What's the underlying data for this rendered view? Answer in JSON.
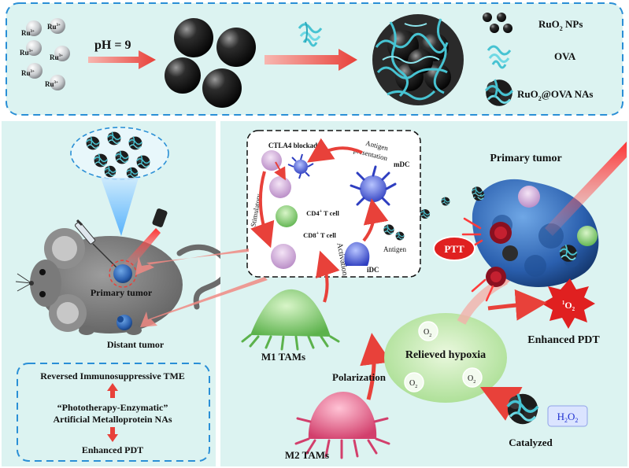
{
  "synthesis": {
    "ion_label": "Ru",
    "ion_charge": "3+",
    "ph_label": "pH = 9",
    "legend": {
      "nps_prefix": "RuO",
      "nps_sub": "2",
      "nps_suffix": " NPs",
      "ova": "OVA",
      "nas_prefix": "RuO",
      "nas_sub": "2",
      "nas_suffix": "@OVA NAs"
    }
  },
  "mouse_panel": {
    "primary_tumor": "Primary tumor",
    "distant_tumor": "Distant tumor"
  },
  "summary_box": {
    "top": "Reversed Immunosuppressive TME",
    "middle_line1": "“Phototherapy-Enzymatic”",
    "middle_line2": "Artificial Metalloprotein NAs",
    "bottom": "Enhanced PDT"
  },
  "immune_cycle": {
    "ctla4": "CTLA4 blockade",
    "antigen_presentation_1": "Antigen",
    "antigen_presentation_2": "presentation",
    "mdc": "mDC",
    "cd4_prefix": "CD4",
    "cd4_suffix": " T cell",
    "cd8_prefix": "CD8",
    "cd8_suffix": " T cell",
    "cell_sup": "+",
    "stimulatory": "Stimulatory",
    "activation": "Activation",
    "antigen": "Antigen",
    "idc": "iDC"
  },
  "right_panel": {
    "primary_tumor": "Primary tumor",
    "ptt": "PTT",
    "singlet_sup": "1",
    "singlet_o": "O",
    "singlet_sub": "2",
    "enhanced_pdt": "Enhanced PDT",
    "relieved_hypoxia": "Relieved hypoxia",
    "o2_o": "O",
    "o2_sub": "2",
    "m1": "M1 TAMs",
    "m2": "M2 TAMs",
    "polarization": "Polarization",
    "h2o2_h": "H",
    "h2o2_sub": "2",
    "h2o2_o": "O",
    "catalyzed": "Catalyzed"
  },
  "colors": {
    "panel_bg": "#dcf3f1",
    "dash_border": "#2a8fd6",
    "arrow_red": "#e8413a",
    "ptt_red": "#e02020",
    "tumor_blue": "#2f6fb8",
    "green_cell": "#8bd07a",
    "pink_cell": "#e85a86",
    "hypoxia_green": "#b8e6a4",
    "h2o2_blue": "#1e2fd0"
  }
}
